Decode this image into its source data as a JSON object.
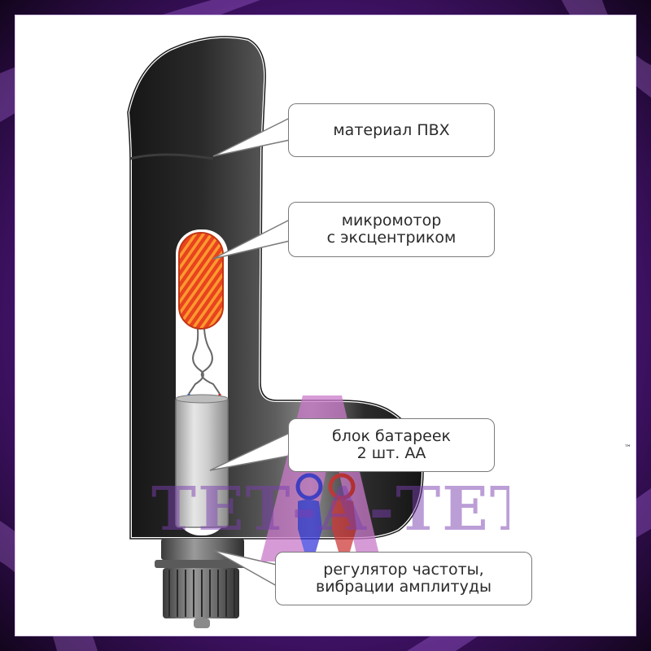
{
  "callouts": {
    "material": [
      "материал ПВХ"
    ],
    "motor": [
      "микромотор",
      "с эксцентриком"
    ],
    "battery": [
      "блок батареек",
      "2 шт. АА"
    ],
    "regulator": [
      "регулятор частоты,",
      "вибрации амплитуды"
    ]
  },
  "watermark": {
    "text": "ТЕТ-А-ТЕТ",
    "trademark": "™"
  },
  "colors": {
    "background": "#2a0a45",
    "body_dark": "#1c1c1c",
    "body_highlight": "#6e6e6e",
    "motor": "#e8431f",
    "motor_stripe": "#ff9a2e",
    "battery": "#c8c8c8",
    "watermark": "#7b3fb0"
  }
}
